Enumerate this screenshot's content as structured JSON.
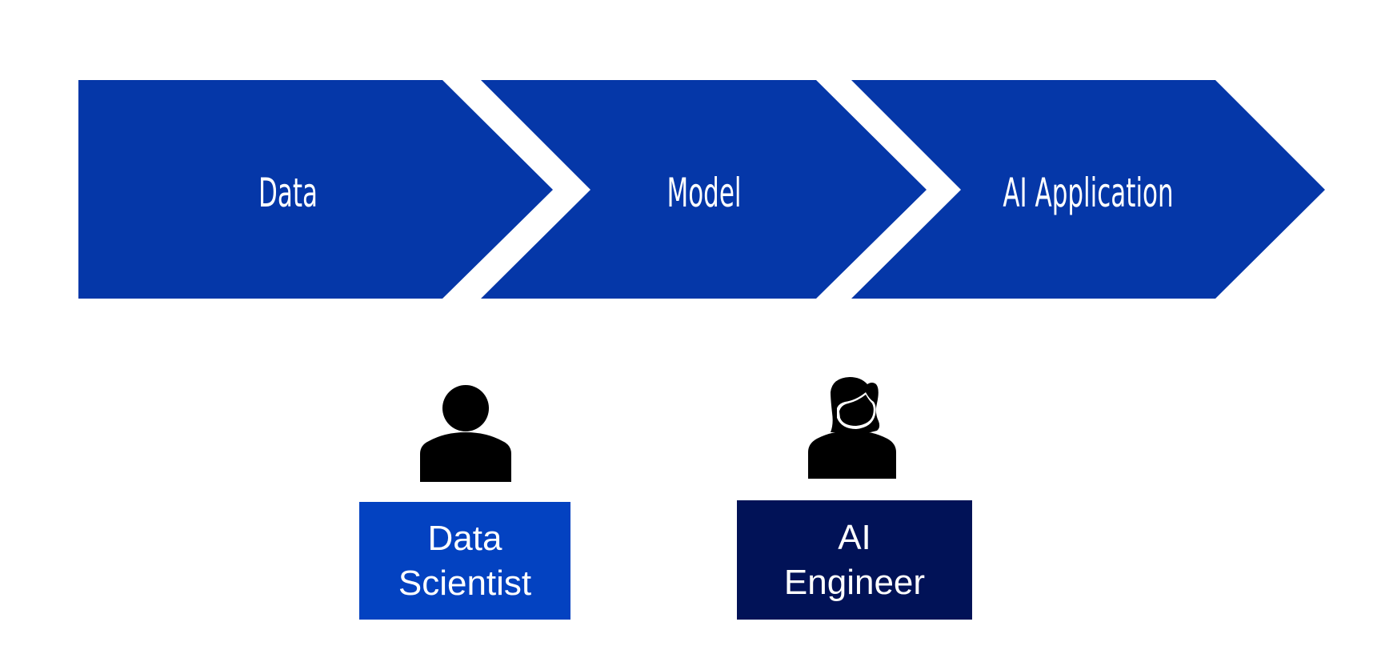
{
  "flow": {
    "steps": [
      {
        "label": "Data"
      },
      {
        "label": "Model"
      },
      {
        "label": "AI Application"
      }
    ],
    "color": "#0537a8"
  },
  "roles": [
    {
      "line1": "Data",
      "line2": "Scientist",
      "color": "#0342c1",
      "icon": "person-male-icon"
    },
    {
      "line1": "AI",
      "line2": "Engineer",
      "color": "#011257",
      "icon": "person-female-icon"
    }
  ]
}
